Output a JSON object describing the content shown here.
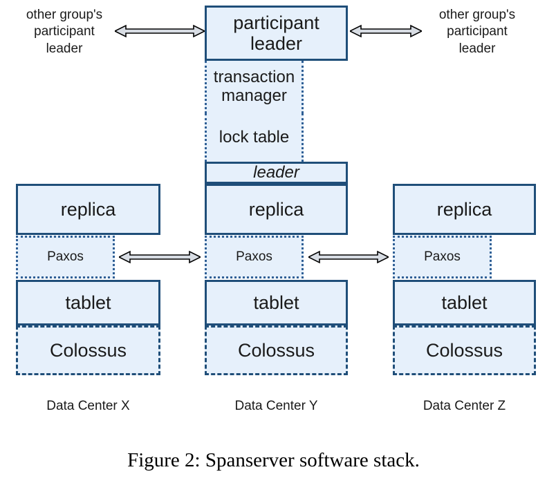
{
  "figure": {
    "caption": "Figure 2:  Spanserver software stack.",
    "background_color": "#ffffff",
    "box_fill_color": "#e6f0fb",
    "box_border_color": "#1f4e79",
    "dotted_border_color": "#2f5f95"
  },
  "side_labels": {
    "left": {
      "line1": "other group's",
      "line2": "participant",
      "line3": "leader"
    },
    "right": {
      "line1": "other group's",
      "line2": "participant",
      "line3": "leader"
    }
  },
  "arrows": {
    "top_left": {
      "name": "double-headed-arrow",
      "style": "double-headed-block"
    },
    "top_right": {
      "name": "double-headed-arrow",
      "style": "double-headed-block"
    },
    "paxos_left": {
      "name": "double-headed-arrow",
      "style": "double-headed-block"
    },
    "paxos_right": {
      "name": "double-headed-arrow",
      "style": "double-headed-block"
    }
  },
  "center_stack": {
    "participant_leader": "participant\nleader",
    "participant_leader_line1": "participant",
    "participant_leader_line2": "leader",
    "transaction_manager_line1": "transaction",
    "transaction_manager_line2": "manager",
    "lock_table": "lock table",
    "leader": "leader",
    "replica": "replica",
    "paxos": "Paxos",
    "tablet": "tablet",
    "colossus": "Colossus"
  },
  "left_stack": {
    "replica": "replica",
    "paxos": "Paxos",
    "tablet": "tablet",
    "colossus": "Colossus"
  },
  "right_stack": {
    "replica": "replica",
    "paxos": "Paxos",
    "tablet": "tablet",
    "colossus": "Colossus"
  },
  "data_centers": {
    "x": "Data Center X",
    "y": "Data Center Y",
    "z": "Data Center Z"
  }
}
